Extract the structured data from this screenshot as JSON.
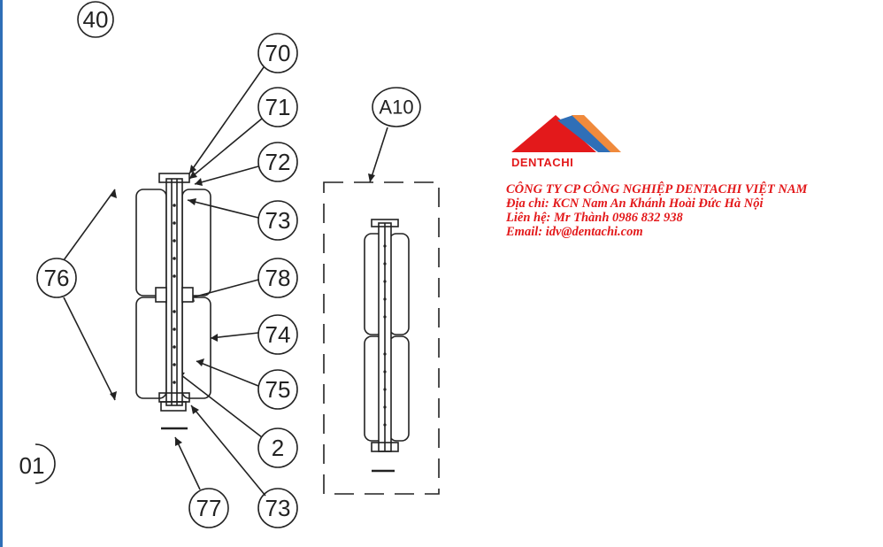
{
  "callouts": {
    "c40": "40",
    "c70": "70",
    "c71": "71",
    "c72": "72",
    "c73a": "73",
    "c76": "76",
    "c78": "78",
    "c74": "74",
    "c75": "75",
    "c2": "2",
    "c77": "77",
    "c73b": "73",
    "c01": "01",
    "a10": "A10"
  },
  "logo": {
    "brand": "DENTACHI",
    "colors": {
      "red": "#e3191b",
      "blue": "#2f6fb7",
      "orange": "#f08a3c"
    }
  },
  "company": {
    "name": "CÔNG TY CP CÔNG NGHIỆP DENTACHI VIỆT NAM",
    "address": "Địa chỉ: KCN Nam An Khánh Hoài Đức Hà Nội",
    "contact": "Liên hệ: Mr Thành 0986 832 938",
    "email": "Email: idv@dentachi.com"
  }
}
